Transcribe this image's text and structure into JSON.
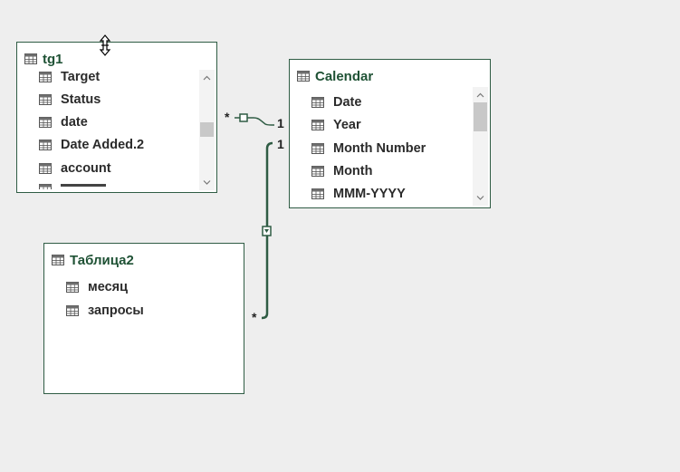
{
  "tables": {
    "tg1": {
      "title": "tg1",
      "fields": [
        "Target",
        "Status",
        "date",
        "Date Added.2",
        "account"
      ]
    },
    "calendar": {
      "title": "Calendar",
      "fields": [
        "Date",
        "Year",
        "Month Number",
        "Month",
        "MMM-YYYY"
      ]
    },
    "tablica2": {
      "title": "Таблица2",
      "fields": [
        "месяц",
        "запросы"
      ]
    }
  },
  "relationships": {
    "tg1_calendar": {
      "many_label": "*",
      "one_label": "1"
    },
    "tablica2_calendar": {
      "one_label": "1",
      "many_label": "*"
    }
  },
  "colors": {
    "header_text": "#1f5235",
    "card_border": "#2f5c44",
    "relationship_line": "#2f5c44",
    "background": "#eeeeee"
  },
  "icons": {
    "table": "table-grid-icon",
    "scroll_up": "chevron-up-icon",
    "scroll_down": "chevron-down-icon",
    "cursor": "resize-vertical-cursor-icon"
  }
}
